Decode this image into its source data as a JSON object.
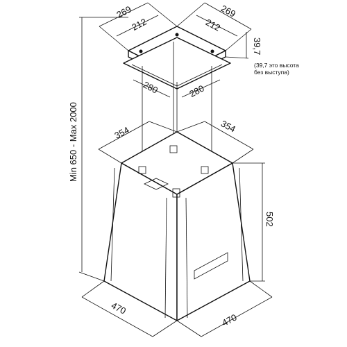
{
  "dimensions": {
    "plate_outer_left": "269",
    "plate_outer_right": "269",
    "plate_inner_left": "212",
    "plate_inner_right": "212",
    "plate_height": "39,7",
    "plate_height_note_line1": "(39,7 это высота",
    "plate_height_note_line2": "без выступа)",
    "collar_left": "280",
    "collar_right": "280",
    "hood_top_left": "354",
    "hood_top_right": "354",
    "hood_height": "502",
    "hood_bottom_left": "470",
    "hood_bottom_right": "470",
    "total_height": "Min 650 - Max 2000"
  }
}
